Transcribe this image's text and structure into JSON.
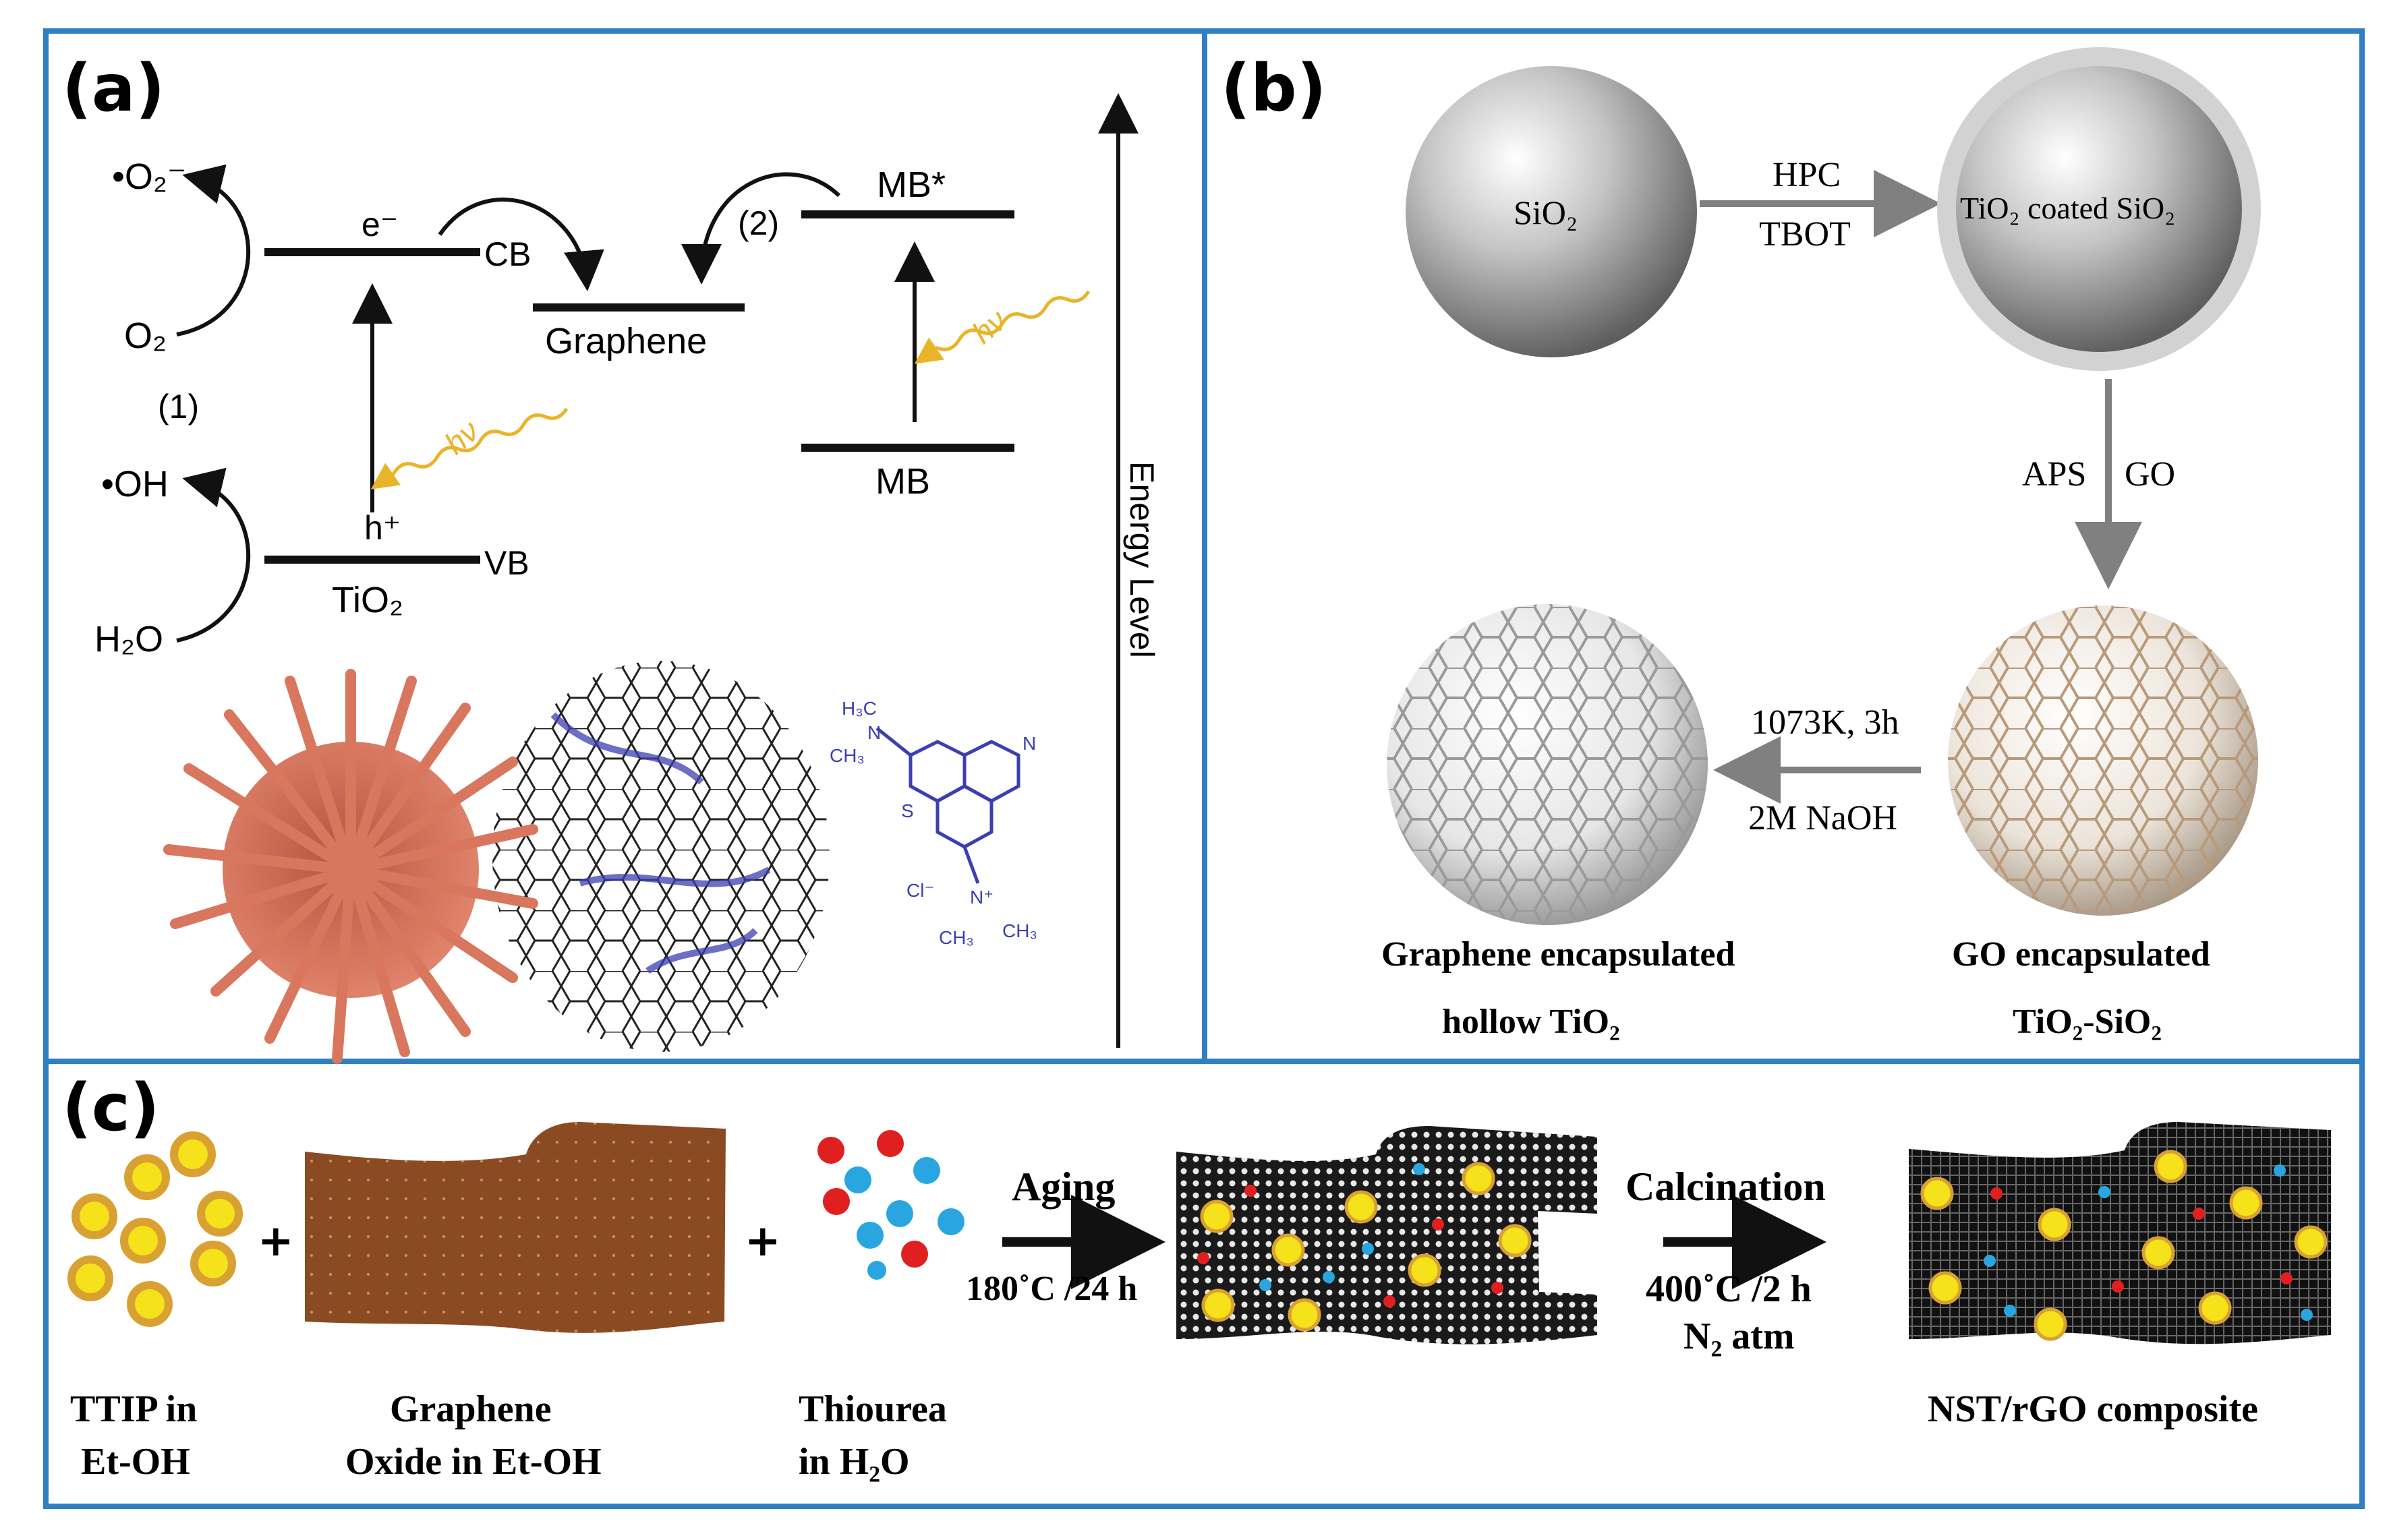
{
  "panel_labels": {
    "a": "(a)",
    "b": "(b)",
    "c": "(c)"
  },
  "panel_a": {
    "o2_radical": "•O₂⁻",
    "o2": "O₂",
    "step1": "(1)",
    "oh_radical": "•OH",
    "h2o": "H₂O",
    "electron": "e⁻",
    "cb": "CB",
    "hole": "h⁺",
    "vb": "VB",
    "tio2": "TiO₂",
    "hv1": "hν",
    "graphene": "Graphene",
    "step2": "(2)",
    "mb_star": "MB*",
    "mb": "MB",
    "hv2": "hν",
    "energy_level": "Energy Level",
    "mb_molecule": {
      "a": "H₃C",
      "b": "N",
      "c": "CH₃",
      "d": "S",
      "e": "N",
      "f": "Cl⁻",
      "g": "N⁺",
      "h": "CH₃",
      "i": "CH₃"
    }
  },
  "panel_b": {
    "sio2": "SiO₂",
    "hpc": "HPC",
    "tbot": "TBOT",
    "tio2_coated": "TiO₂ coated SiO₂",
    "aps": "APS",
    "go": "GO",
    "temp": "1073K, 3h",
    "naoh": "2M NaOH",
    "graphene_caption_1": "Graphene encapsulated",
    "graphene_caption_2": "hollow TiO₂",
    "go_caption_1": "GO encapsulated",
    "go_caption_2": "TiO₂-SiO₂"
  },
  "panel_c": {
    "plus1": "+",
    "plus2": "+",
    "aging": "Aging",
    "aging_cond": "180˚C /24 h",
    "calcination": "Calcination",
    "calc_cond": "400˚C /2 h",
    "calc_atm": "N₂ atm",
    "ttip_1": "TTIP in",
    "ttip_2": "Et-OH",
    "go_1": "Graphene",
    "go_2": "Oxide in Et-OH",
    "thio_1": "Thiourea",
    "thio_2": "in H₂O",
    "product": "NST/rGO composite"
  },
  "colors": {
    "frame": "#2f7fc4",
    "hv": "#e8b428",
    "urchin": "#d9765e",
    "sheet": "#8a4a22",
    "dye": "#3b3fb0",
    "yellow": "#f5e21a",
    "red": "#e02020",
    "blue": "#29a6e0"
  }
}
